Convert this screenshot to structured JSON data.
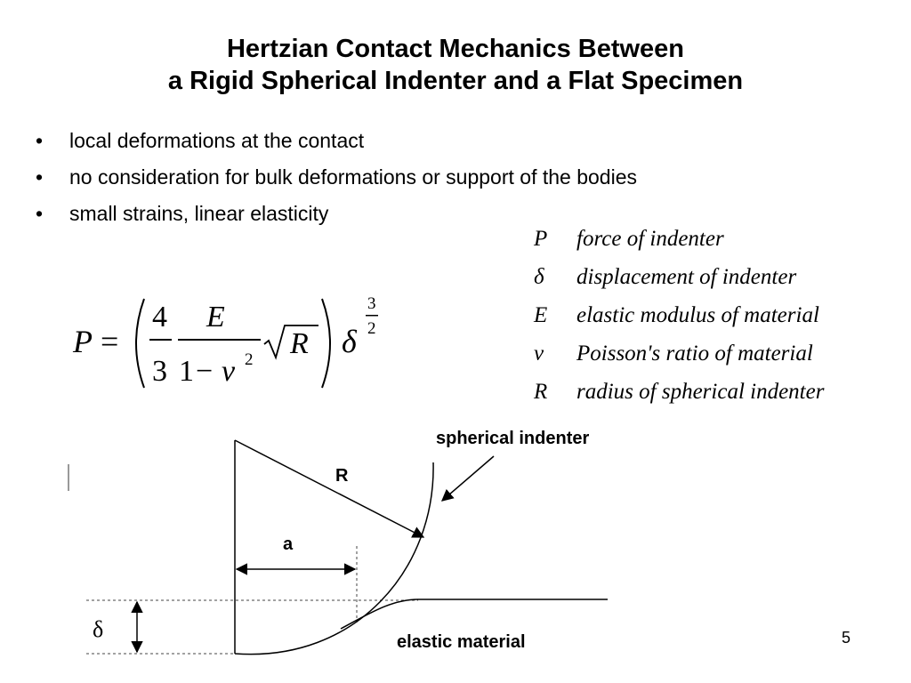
{
  "title": {
    "line1": "Hertzian Contact Mechanics Between",
    "line2": "a Rigid Spherical Indenter and a Flat Specimen"
  },
  "bullets": [
    {
      "marker": "•",
      "text": "local deformations at the contact"
    },
    {
      "marker": "•",
      "text": "no consideration for bulk deformations or support of the bodies"
    },
    {
      "marker": "•",
      "text": "small strains, linear elasticity"
    }
  ],
  "formula": {
    "lhs": "P",
    "equals": "=",
    "num1": "4",
    "den1": "3",
    "num2": "E",
    "den2_one": "1",
    "den2_minus": "−",
    "den2_nu": "ν",
    "den2_exp": "2",
    "sqrt_arg": "R",
    "delta": "δ",
    "exp_num": "3",
    "exp_den": "2"
  },
  "definitions": [
    {
      "symbol": "P",
      "text": "force of indenter"
    },
    {
      "symbol": "δ",
      "text": "displacement of indenter"
    },
    {
      "symbol": "E",
      "text": "elastic modulus of material"
    },
    {
      "symbol": "ν",
      "text": "Poisson's ratio of material"
    },
    {
      "symbol": "R",
      "text": "radius of spherical indenter"
    }
  ],
  "diagram": {
    "indenter_label": "spherical indenter",
    "radius_label": "R",
    "contact_label": "a",
    "delta_label": "δ",
    "material_label": "elastic material"
  },
  "page_number": "5"
}
